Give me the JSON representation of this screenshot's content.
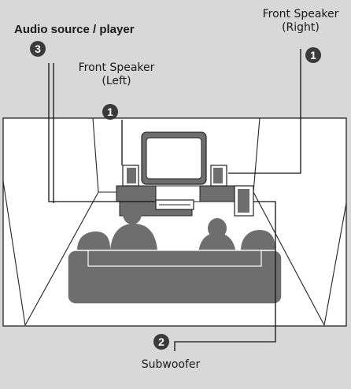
{
  "labels": {
    "audio_source": "Audio source / player",
    "front_left_line1": "Front Speaker",
    "front_left_line2": "(Left)",
    "front_right_line1": "Front Speaker",
    "front_right_line2": "(Right)",
    "subwoofer": "Subwoofer"
  },
  "badges": {
    "audio_source": "3",
    "front_left": "1",
    "front_right": "1",
    "subwoofer": "2"
  },
  "colors": {
    "background": "#d8d8d8",
    "room": "#ffffff",
    "furniture": "#6e6e6e",
    "badge": "#3a3a3a",
    "line": "#111111"
  },
  "icons": [
    "tv-icon",
    "speaker-icon",
    "subwoofer-icon",
    "sofa-icon",
    "person-icon",
    "armchair-icon",
    "player-icon"
  ]
}
